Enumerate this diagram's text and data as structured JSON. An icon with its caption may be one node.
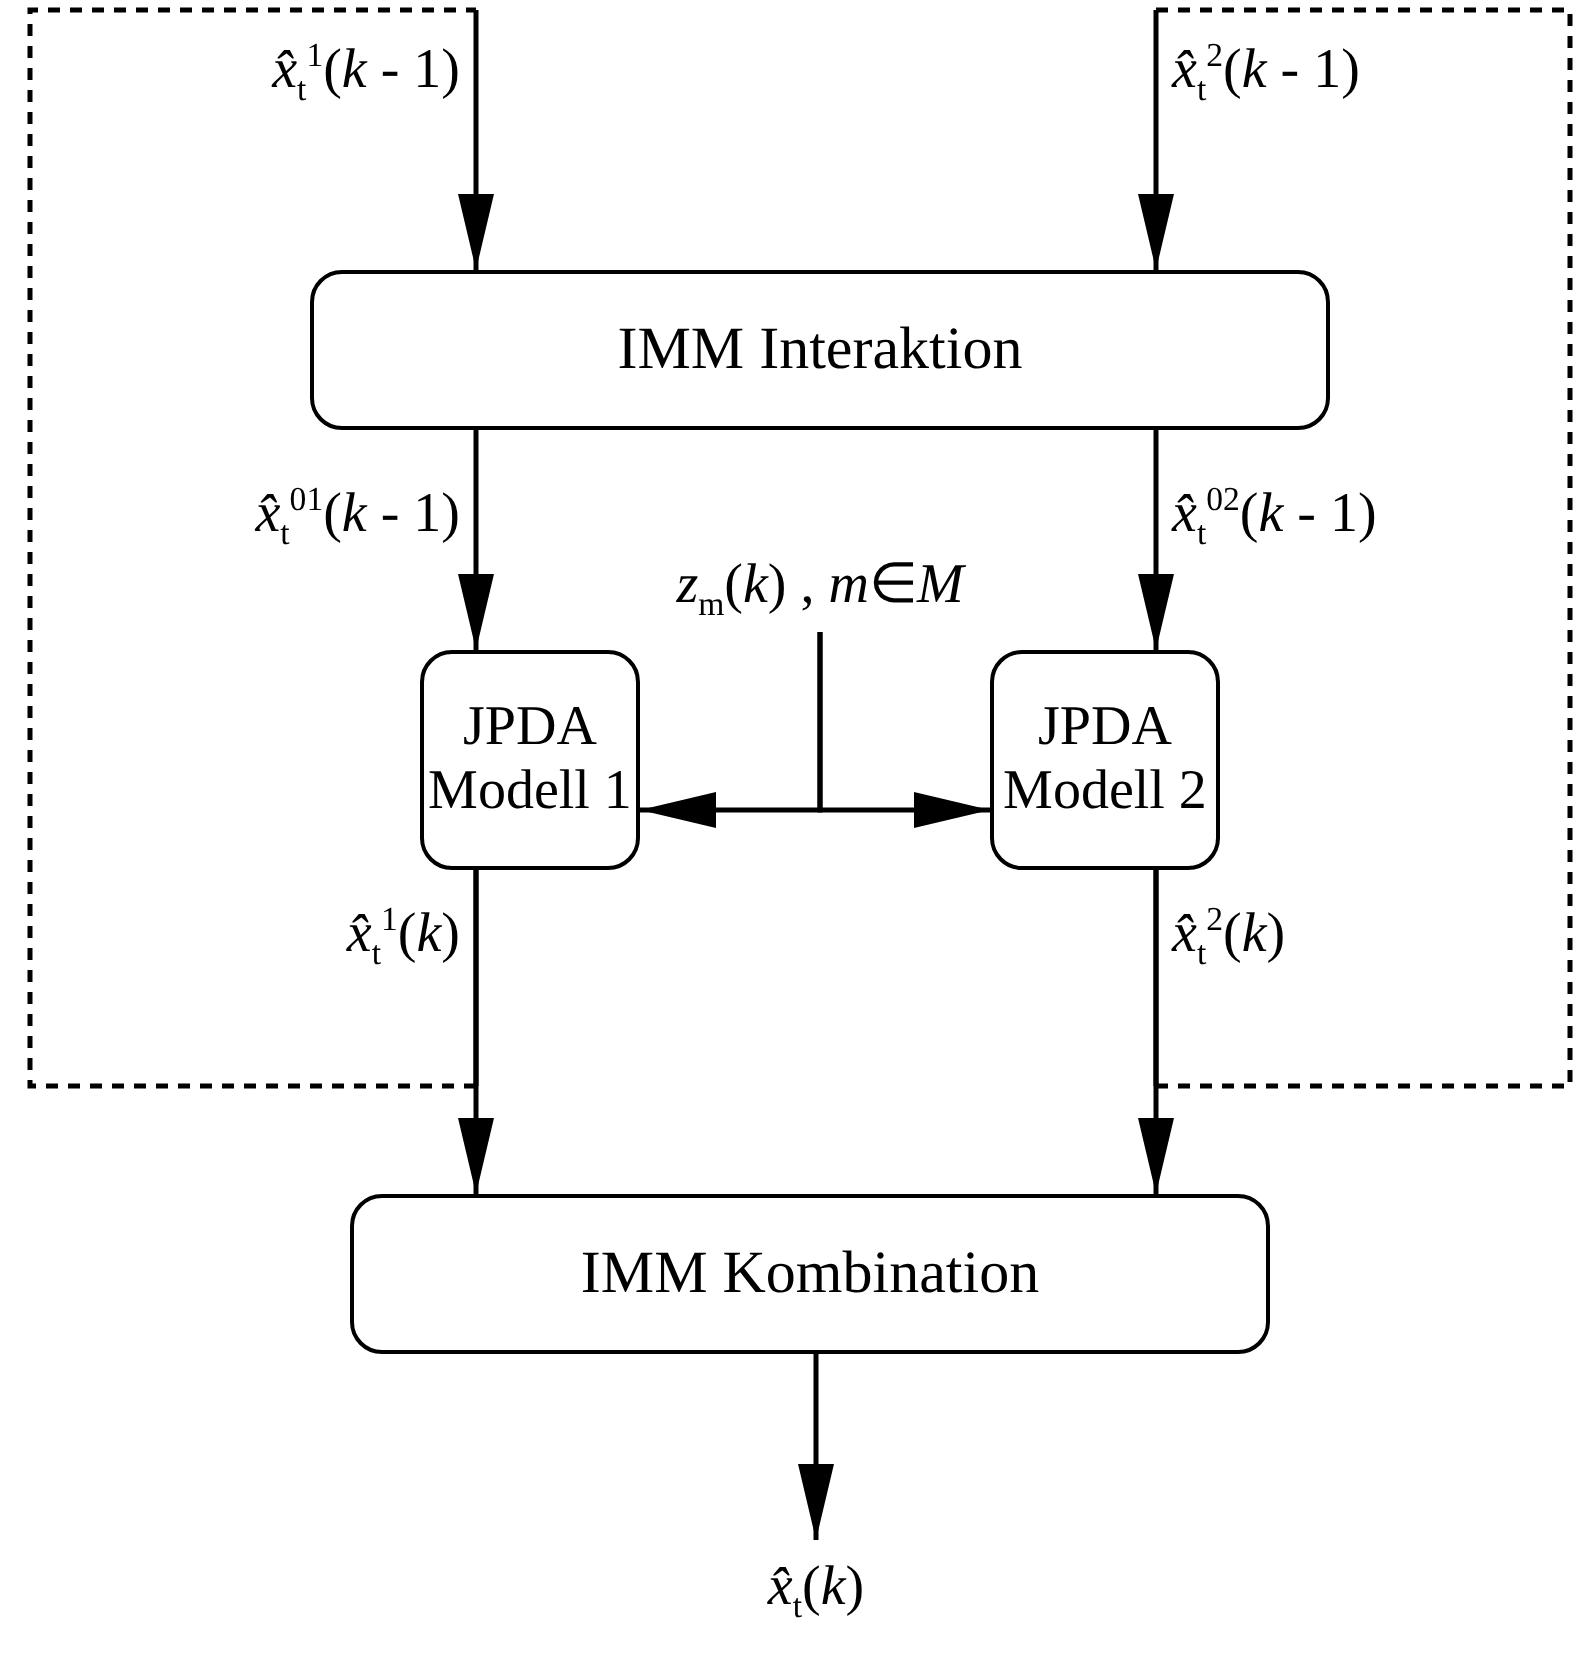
{
  "diagram": {
    "nodes": [
      {
        "text": [
          "IMM Interaktion"
        ]
      },
      {
        "text": [
          "JPDA Modell 1"
        ]
      },
      {
        "text": [
          "JPDA Modell 2"
        ]
      },
      {
        "text": [
          "IMM Kombination"
        ]
      },
      {
        "text": [
          "*z*$_{m}$(*k*) , *m*∈*M*"
        ]
      },
      {
        "text": [
          "*x̂*$_{t}$(*k*)"
        ]
      }
    ],
    "edges": [
      {
        "from": 0,
        "to": 1,
        "arrow": "to",
        "label": "*x̂*$_{t}$$^{01}$(*k* - 1)"
      },
      {
        "from": 0,
        "to": 2,
        "arrow": "to",
        "label": "*x̂*$_{t}$$^{02}$(*k* - 1)"
      },
      {
        "from": 4,
        "to": 1,
        "arrow": "to"
      },
      {
        "from": 4,
        "to": 2,
        "arrow": "to"
      },
      {
        "from": 1,
        "to": 3,
        "arrow": "to",
        "label": "*x̂*$_{t}$$^{1}$(*k*)"
      },
      {
        "from": 2,
        "to": 3,
        "arrow": "to",
        "label": "*x̂*$_{t}$$^{2}$(*k*)"
      },
      {
        "from": 1,
        "to": 0,
        "arrow": "to",
        "style": "dashed",
        "label": "*x̂*$_{t}$$^{1}$(*k* - 1)"
      },
      {
        "from": 2,
        "to": 0,
        "arrow": "to",
        "style": "dashed",
        "label": "*x̂*$_{t}$$^{2}$(*k* - 1)"
      },
      {
        "from": 3,
        "to": 5,
        "arrow": "to"
      }
    ]
  }
}
